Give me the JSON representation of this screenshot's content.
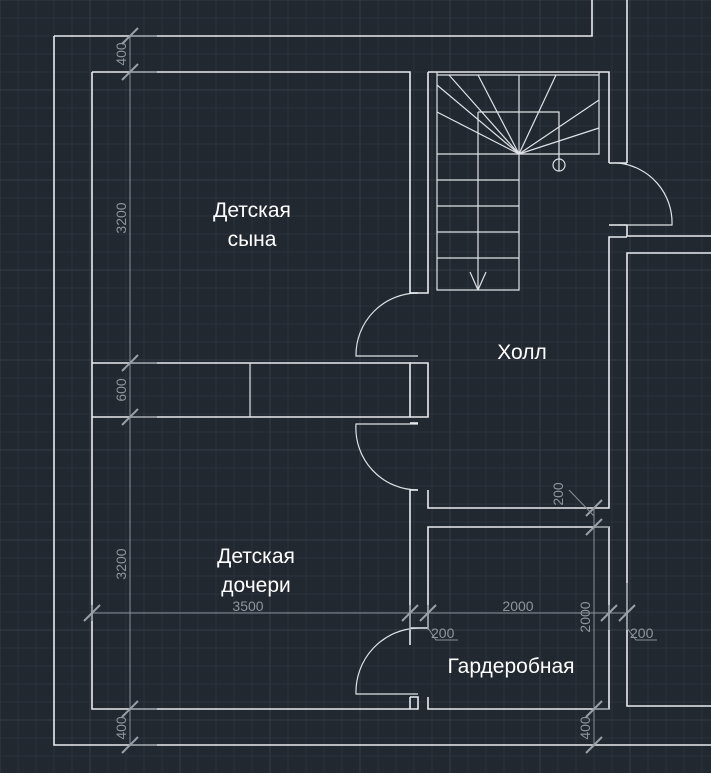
{
  "rooms": {
    "son_room": [
      "Детская",
      "сына"
    ],
    "hall": "Холл",
    "daughter_room": [
      "Детская",
      "дочери"
    ],
    "wardrobe": "Гардеробная"
  },
  "dimensions": {
    "top_400": "400",
    "upper_3200": "3200",
    "mid_600": "600",
    "lower_3200": "3200",
    "bottom_400": "400",
    "width_3500": "3500",
    "width_2000": "2000",
    "height_2000": "2000",
    "hall_200": "200",
    "door_200_left": "200",
    "door_200_right": "200",
    "bottom_right_400": "400"
  },
  "colors": {
    "background": "#212830",
    "walls": "#e9ecef",
    "dimension": "#8a9098"
  }
}
